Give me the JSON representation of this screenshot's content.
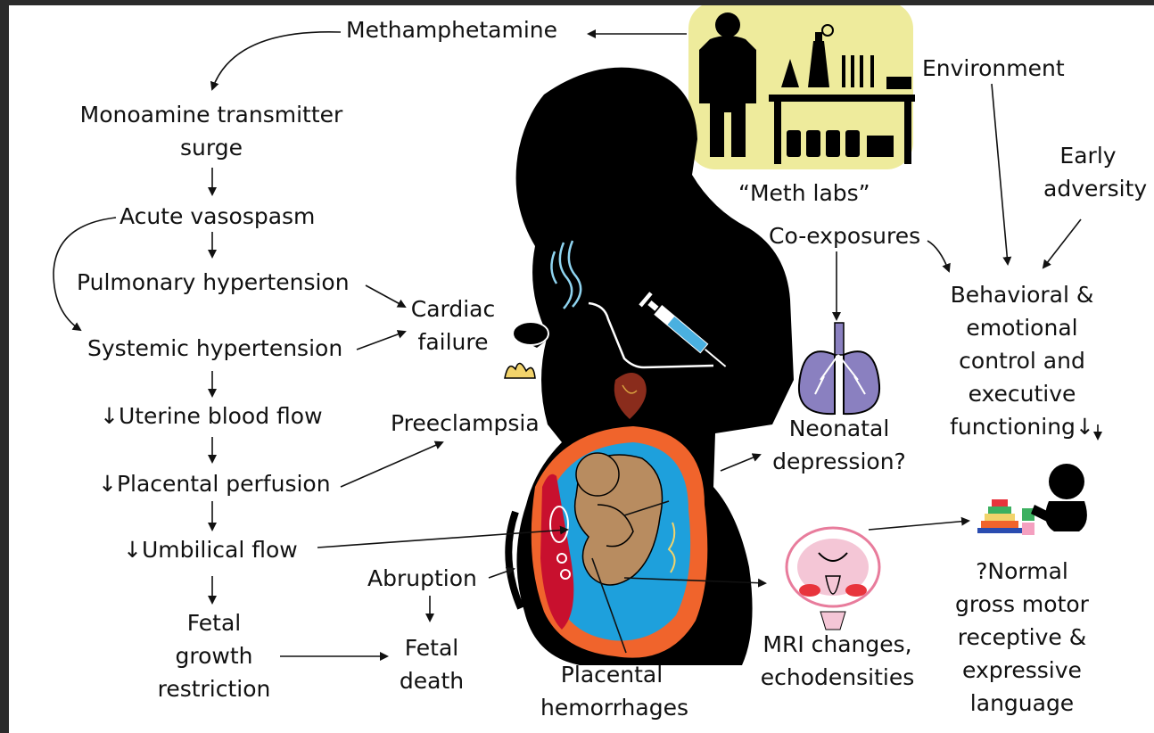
{
  "labels": {
    "methamphetamine": "Methamphetamine",
    "monoamine": "Monoamine transmitter\nsurge",
    "vasospasm": "Acute vasospasm",
    "pulmonary": "Pulmonary hypertension",
    "systemic": "Systemic hypertension",
    "uterine": "↓Uterine blood flow",
    "placental_perfusion": "↓Placental perfusion",
    "umbilical": "↓Umbilical flow",
    "fetal_growth": "Fetal\ngrowth\nrestriction",
    "cardiac": "Cardiac\nfailure",
    "preeclampsia": "Preeclampsia",
    "abruption": "Abruption",
    "fetal_death": "Fetal\ndeath",
    "placental_hemorrhages": "Placental\nhemorrhages",
    "meth_labs": "“Meth labs”",
    "environment": "Environment",
    "early_adversity": "Early\nadversity",
    "coexposures": "Co-exposures",
    "behavioral": "Behavioral &\nemotional\ncontrol and\nexecutive\nfunctioning↓",
    "neonatal": "Neonatal\ndepression?",
    "mri": "MRI changes,\nechodensities",
    "normal_motor": "?Normal\ngross motor\nreceptive &\nexpressive\nlanguage"
  },
  "colors": {
    "lab_panel": "#eeeb9c",
    "silhouette": "#000000",
    "lungs": "#8a80c0",
    "uterus_outer": "#f0642c",
    "amniotic": "#1ea0dc",
    "fetus": "#b88c60",
    "placenta": "#c8102e",
    "brain": "#f4c6d6",
    "brain_red": "#e8343c",
    "flame": "#f2d36b"
  },
  "icons": [
    "hazmat-suit-icon",
    "lab-glassware-icon",
    "syringe-icon",
    "pipe-icon",
    "flame-icon",
    "heart-icon",
    "lungs-icon",
    "brain-icon",
    "toy-stacker-icon",
    "child-icon",
    "fetus-icon"
  ]
}
